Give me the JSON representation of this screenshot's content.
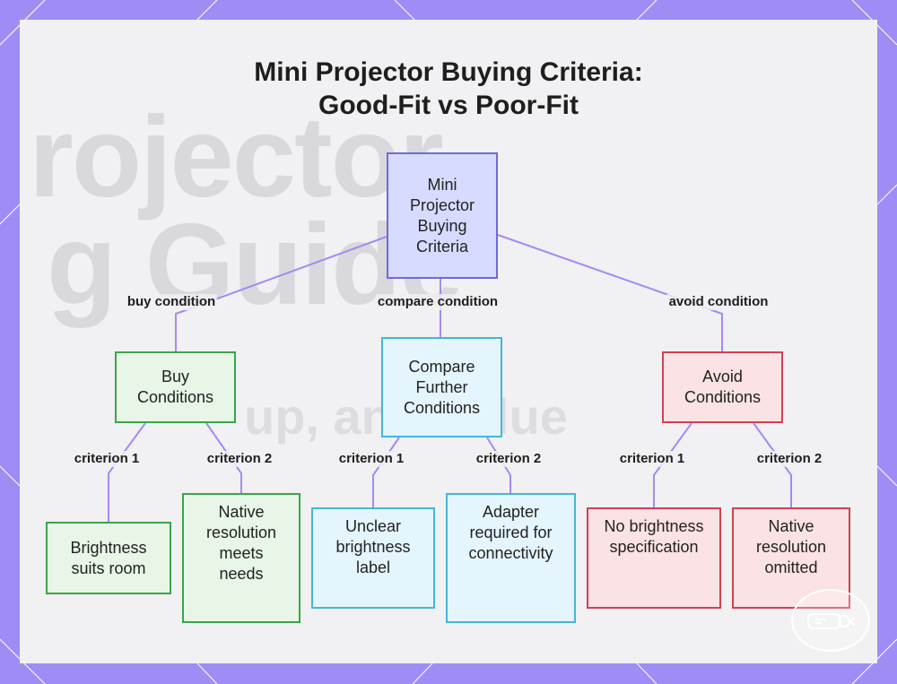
{
  "title": {
    "line1": "Mini Projector Buying Criteria:",
    "line2": "Good-Fit vs Poor-Fit"
  },
  "background_text": {
    "line1": "rojector",
    "line2": "g Guide",
    "line3": "up, and Value"
  },
  "nodes": {
    "root": "Mini Projector Buying Criteria",
    "buy": "Buy Conditions",
    "compare": "Compare Further Conditions",
    "avoid": "Avoid Conditions",
    "buy_c1": "Brightness suits room",
    "buy_c2": "Native resolution meets needs",
    "compare_c1": "Unclear brightness label",
    "compare_c2": "Adapter required for connectivity",
    "avoid_c1": "No brightness specification",
    "avoid_c2": "Native resolution omitted"
  },
  "edge_labels": {
    "buy": "buy condition",
    "compare": "compare condition",
    "avoid": "avoid condition",
    "buy_c1": "criterion 1",
    "buy_c2": "criterion 2",
    "compare_c1": "criterion 1",
    "compare_c2": "criterion 2",
    "avoid_c1": "criterion 1",
    "avoid_c2": "criterion 2"
  },
  "colors": {
    "frame": "#a08cf5",
    "root_fill": "#d7dbff",
    "root_border": "#6e6ad6",
    "buy_fill": "#e7f6e7",
    "buy_border": "#3aa548",
    "compare_fill": "#e4f5fd",
    "compare_border": "#44b6d6",
    "avoid_fill": "#fbe2e4",
    "avoid_border": "#cf4153",
    "connector": "#a58af0"
  },
  "icons": {
    "badge": "projector-logo-icon"
  }
}
